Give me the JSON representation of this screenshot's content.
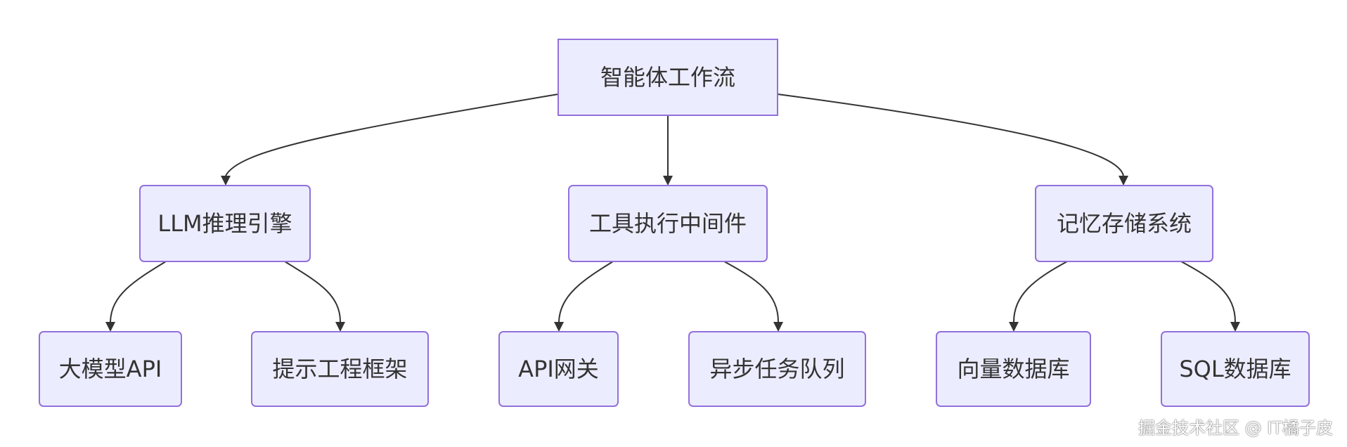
{
  "diagram": {
    "type": "flowchart-tree",
    "root": {
      "id": "root",
      "label": "智能体工作流"
    },
    "nodes": [
      {
        "id": "root",
        "label": "智能体工作流"
      },
      {
        "id": "llm_engine",
        "label": "LLM推理引擎"
      },
      {
        "id": "tool_middleware",
        "label": "工具执行中间件"
      },
      {
        "id": "memory_storage",
        "label": "记忆存储系统"
      },
      {
        "id": "big_model_api",
        "label": "大模型API"
      },
      {
        "id": "prompt_framework",
        "label": "提示工程框架"
      },
      {
        "id": "api_gateway",
        "label": "API网关"
      },
      {
        "id": "async_queue",
        "label": "异步任务队列"
      },
      {
        "id": "vector_db",
        "label": "向量数据库"
      },
      {
        "id": "sql_db",
        "label": "SQL数据库"
      }
    ],
    "edges": [
      {
        "from": "root",
        "to": "llm_engine"
      },
      {
        "from": "root",
        "to": "tool_middleware"
      },
      {
        "from": "root",
        "to": "memory_storage"
      },
      {
        "from": "llm_engine",
        "to": "big_model_api"
      },
      {
        "from": "llm_engine",
        "to": "prompt_framework"
      },
      {
        "from": "tool_middleware",
        "to": "api_gateway"
      },
      {
        "from": "tool_middleware",
        "to": "async_queue"
      },
      {
        "from": "memory_storage",
        "to": "vector_db"
      },
      {
        "from": "memory_storage",
        "to": "sql_db"
      }
    ],
    "colors": {
      "node_fill": "#ECECFF",
      "node_stroke": "#9370DB",
      "edge": "#333333",
      "text": "#333333"
    }
  },
  "watermark": "掘金技术社区 @ IT橘子皮"
}
